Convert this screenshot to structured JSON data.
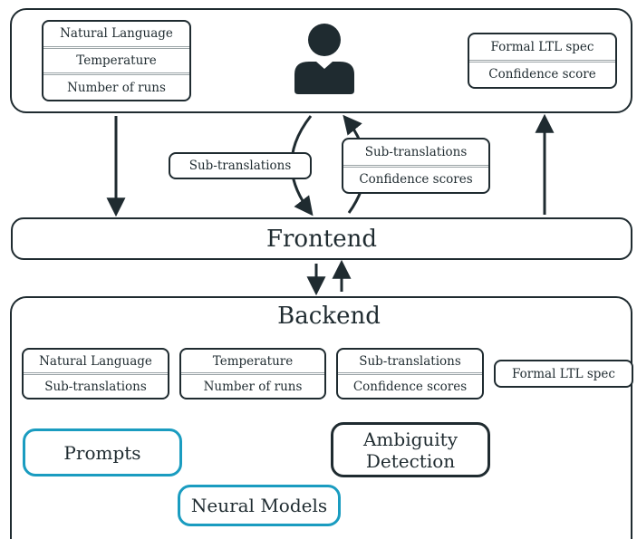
{
  "user_panel": {
    "inputs": [
      "Natural Language",
      "Temperature",
      "Number of runs"
    ],
    "outputs": [
      "Formal LTL spec",
      "Confidence score"
    ]
  },
  "middle": {
    "subtranslations_label": "Sub-translations",
    "returned": [
      "Sub-translations",
      "Confidence scores"
    ]
  },
  "frontend": {
    "title": "Frontend"
  },
  "backend": {
    "title": "Backend",
    "prompt_inputs": [
      "Natural Language",
      "Sub-translations"
    ],
    "model_params": [
      "Temperature",
      "Number of runs"
    ],
    "ambiguity_outputs": [
      "Sub-translations",
      "Confidence scores"
    ],
    "formal_output": "Formal LTL spec",
    "modules": {
      "prompts": "Prompts",
      "neural_models": "Neural Models",
      "ambiguity_line1": "Ambiguity",
      "ambiguity_line2": "Detection"
    }
  },
  "colors": {
    "ink": "#1f2b30",
    "accent": "#1a9cc0",
    "divider": "#9aa3a6"
  },
  "icons": {
    "user": "user-avatar-icon"
  }
}
